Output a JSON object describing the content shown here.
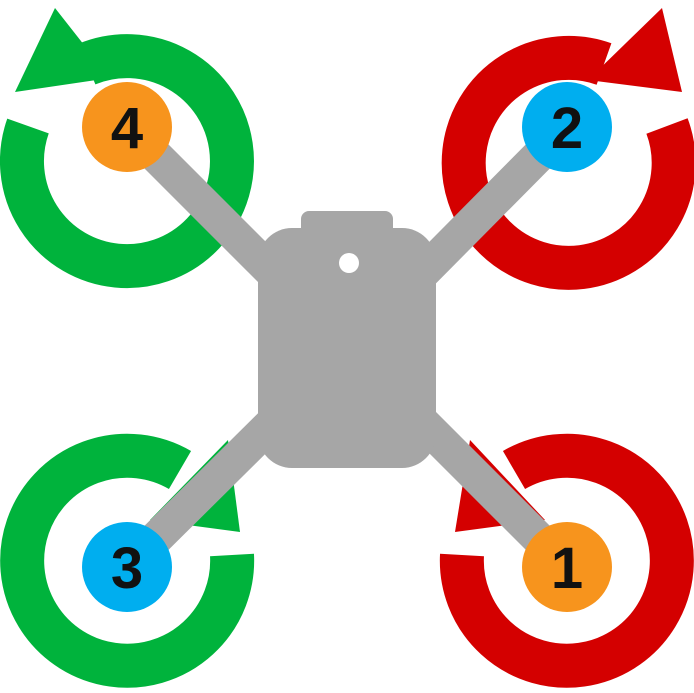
{
  "motors": [
    {
      "id": "rear-right",
      "label": "1",
      "hub_color": "#f7941d",
      "rotation": "counter-clockwise",
      "ring_color": "#d40000"
    },
    {
      "id": "front-right",
      "label": "2",
      "hub_color": "#00aeef",
      "rotation": "clockwise",
      "ring_color": "#d40000"
    },
    {
      "id": "rear-left",
      "label": "3",
      "hub_color": "#00aeef",
      "rotation": "clockwise",
      "ring_color": "#00b33c"
    },
    {
      "id": "front-left",
      "label": "4",
      "hub_color": "#f7941d",
      "rotation": "counter-clockwise",
      "ring_color": "#00b33c"
    }
  ],
  "colors": {
    "frame": "#a6a6a6",
    "background": "#ffffff"
  },
  "icons": {
    "frame": "quadcopter-frame-icon",
    "rotation": "rotation-arrow-icon"
  }
}
